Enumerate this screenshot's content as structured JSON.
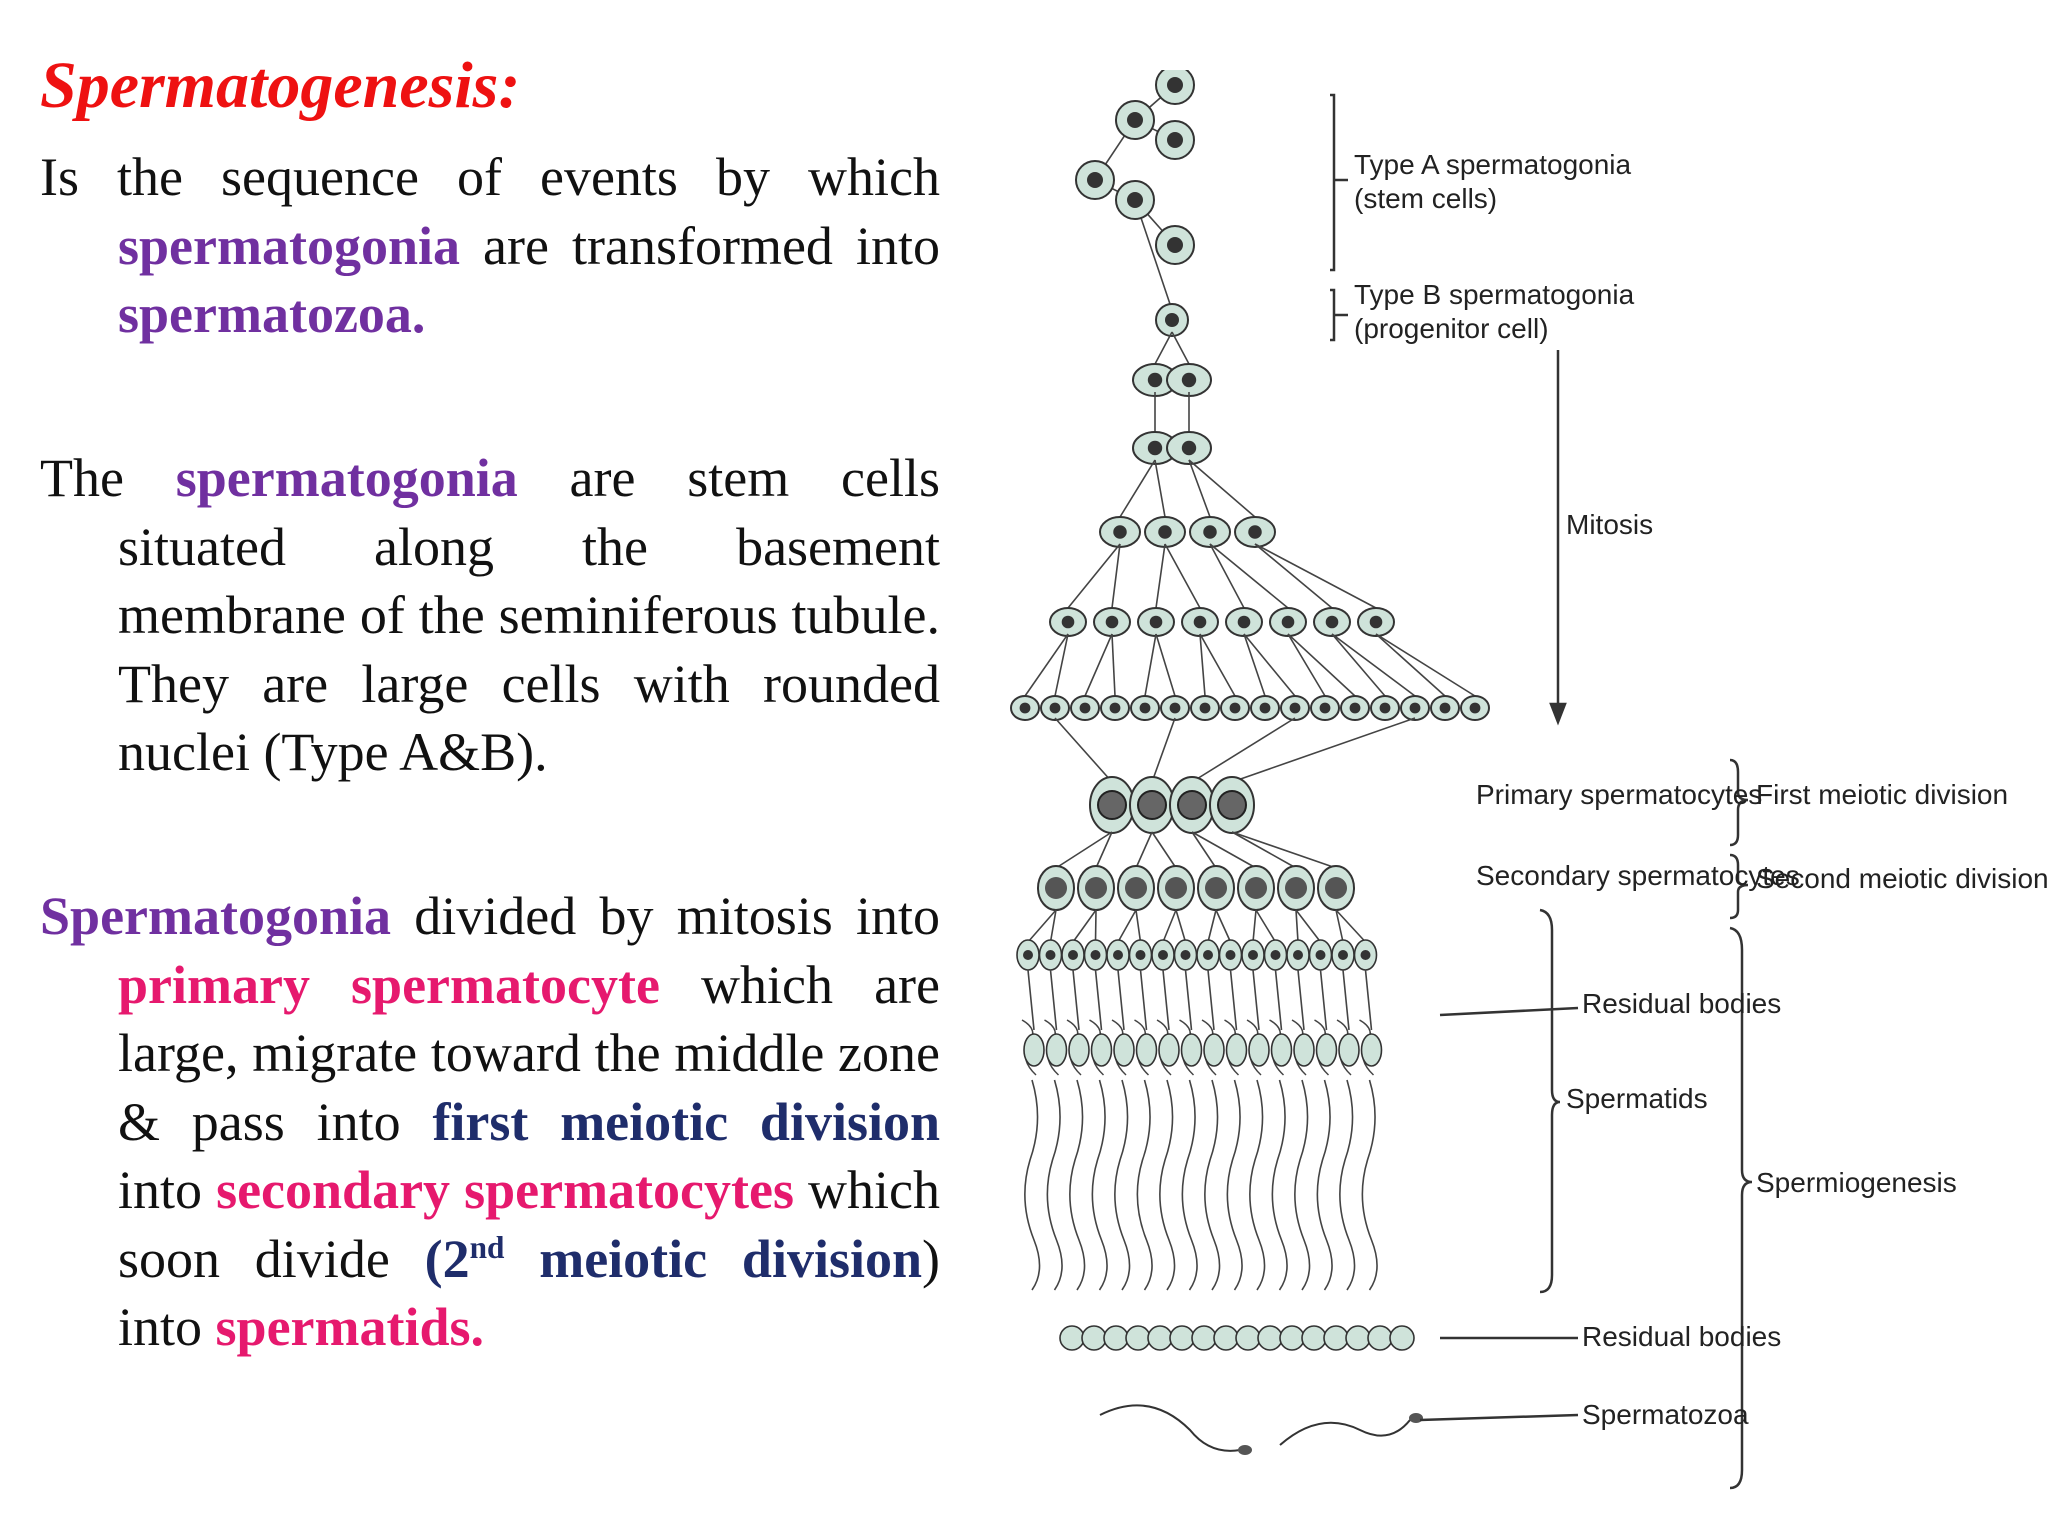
{
  "slide": {
    "title": "Spermatogenesis:",
    "p1": {
      "t1": "Is the sequence of events by which ",
      "h1": "spermatogonia",
      "t2": " are transformed into ",
      "h2": "spermatozoa."
    },
    "p2": {
      "t1": "The ",
      "h1": "spermatogonia",
      "t2": " are stem cells situated along the basement membrane of the seminiferous tubule. They are large cells with rounded nuclei (Type A&B)."
    },
    "p3": {
      "h1": "Spermatogonia",
      "t1": " divided by mitosis into ",
      "h2": "primary spermatocyte",
      "t2": " which are large, migrate toward the middle zone & pass into ",
      "h3": "first meiotic division",
      "t3": " into ",
      "h4": "secondary spermatocytes",
      "t4": " which soon divide ",
      "b1": "(2",
      "sup": "nd",
      "h5": "meiotic division",
      "t5": ")",
      "t6": " into ",
      "h6": "spermatids."
    }
  },
  "diagram": {
    "type_a_1": "Type A spermatogonia",
    "type_a_2": "(stem cells)",
    "type_b_1": "Type B spermatogonia",
    "type_b_2": "(progenitor cell)",
    "mitosis": "Mitosis",
    "primary": "Primary spermatocytes",
    "first_meiotic": "First meiotic division",
    "secondary": "Secondary spermatocytes",
    "second_meiotic": "Second meiotic division",
    "residual_1": "Residual bodies",
    "spermatids": "Spermatids",
    "spermiogenesis": "Spermiogenesis",
    "residual_2": "Residual bodies",
    "spermatozoa": "Spermatozoa"
  },
  "colors": {
    "title": "#EE1111",
    "purple": "#7030A0",
    "pink": "#E6196E",
    "navy": "#1F2D6B",
    "cell_fill": "#CFE3DA"
  }
}
